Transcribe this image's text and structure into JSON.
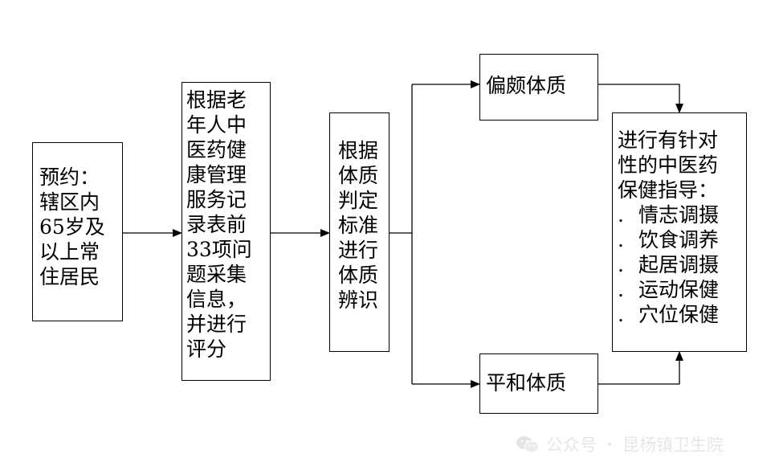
{
  "boxes": {
    "appointment": {
      "lines": [
        "预约：",
        "辖区内",
        "65岁及",
        "以上常",
        "住居民"
      ]
    },
    "collect": {
      "lines": [
        "根据老",
        "年人中",
        "医药健",
        "康管理",
        "服务记",
        "录表前",
        "33项问",
        "题采集",
        "信息，",
        "并进行",
        "评分"
      ]
    },
    "identify": {
      "lines": [
        "根据",
        "体质",
        "判定",
        "标准",
        "进行",
        "体质",
        "辨识"
      ]
    },
    "biased": {
      "label": "偏颇体质"
    },
    "balanced": {
      "label": "平和体质"
    },
    "guidance": {
      "lines": [
        "进行有针对",
        "性的中医药",
        "保健指导："
      ],
      "bullet": ".",
      "items": [
        "情志调摄",
        "饮食调养",
        "起居调摄",
        "运动保健",
        "穴位保健"
      ]
    }
  },
  "watermark": {
    "text_1": "公众号",
    "text_2": "昆杨镇卫生院"
  },
  "colors": {
    "line": "#000000",
    "watermark": "#e6e6e6"
  }
}
